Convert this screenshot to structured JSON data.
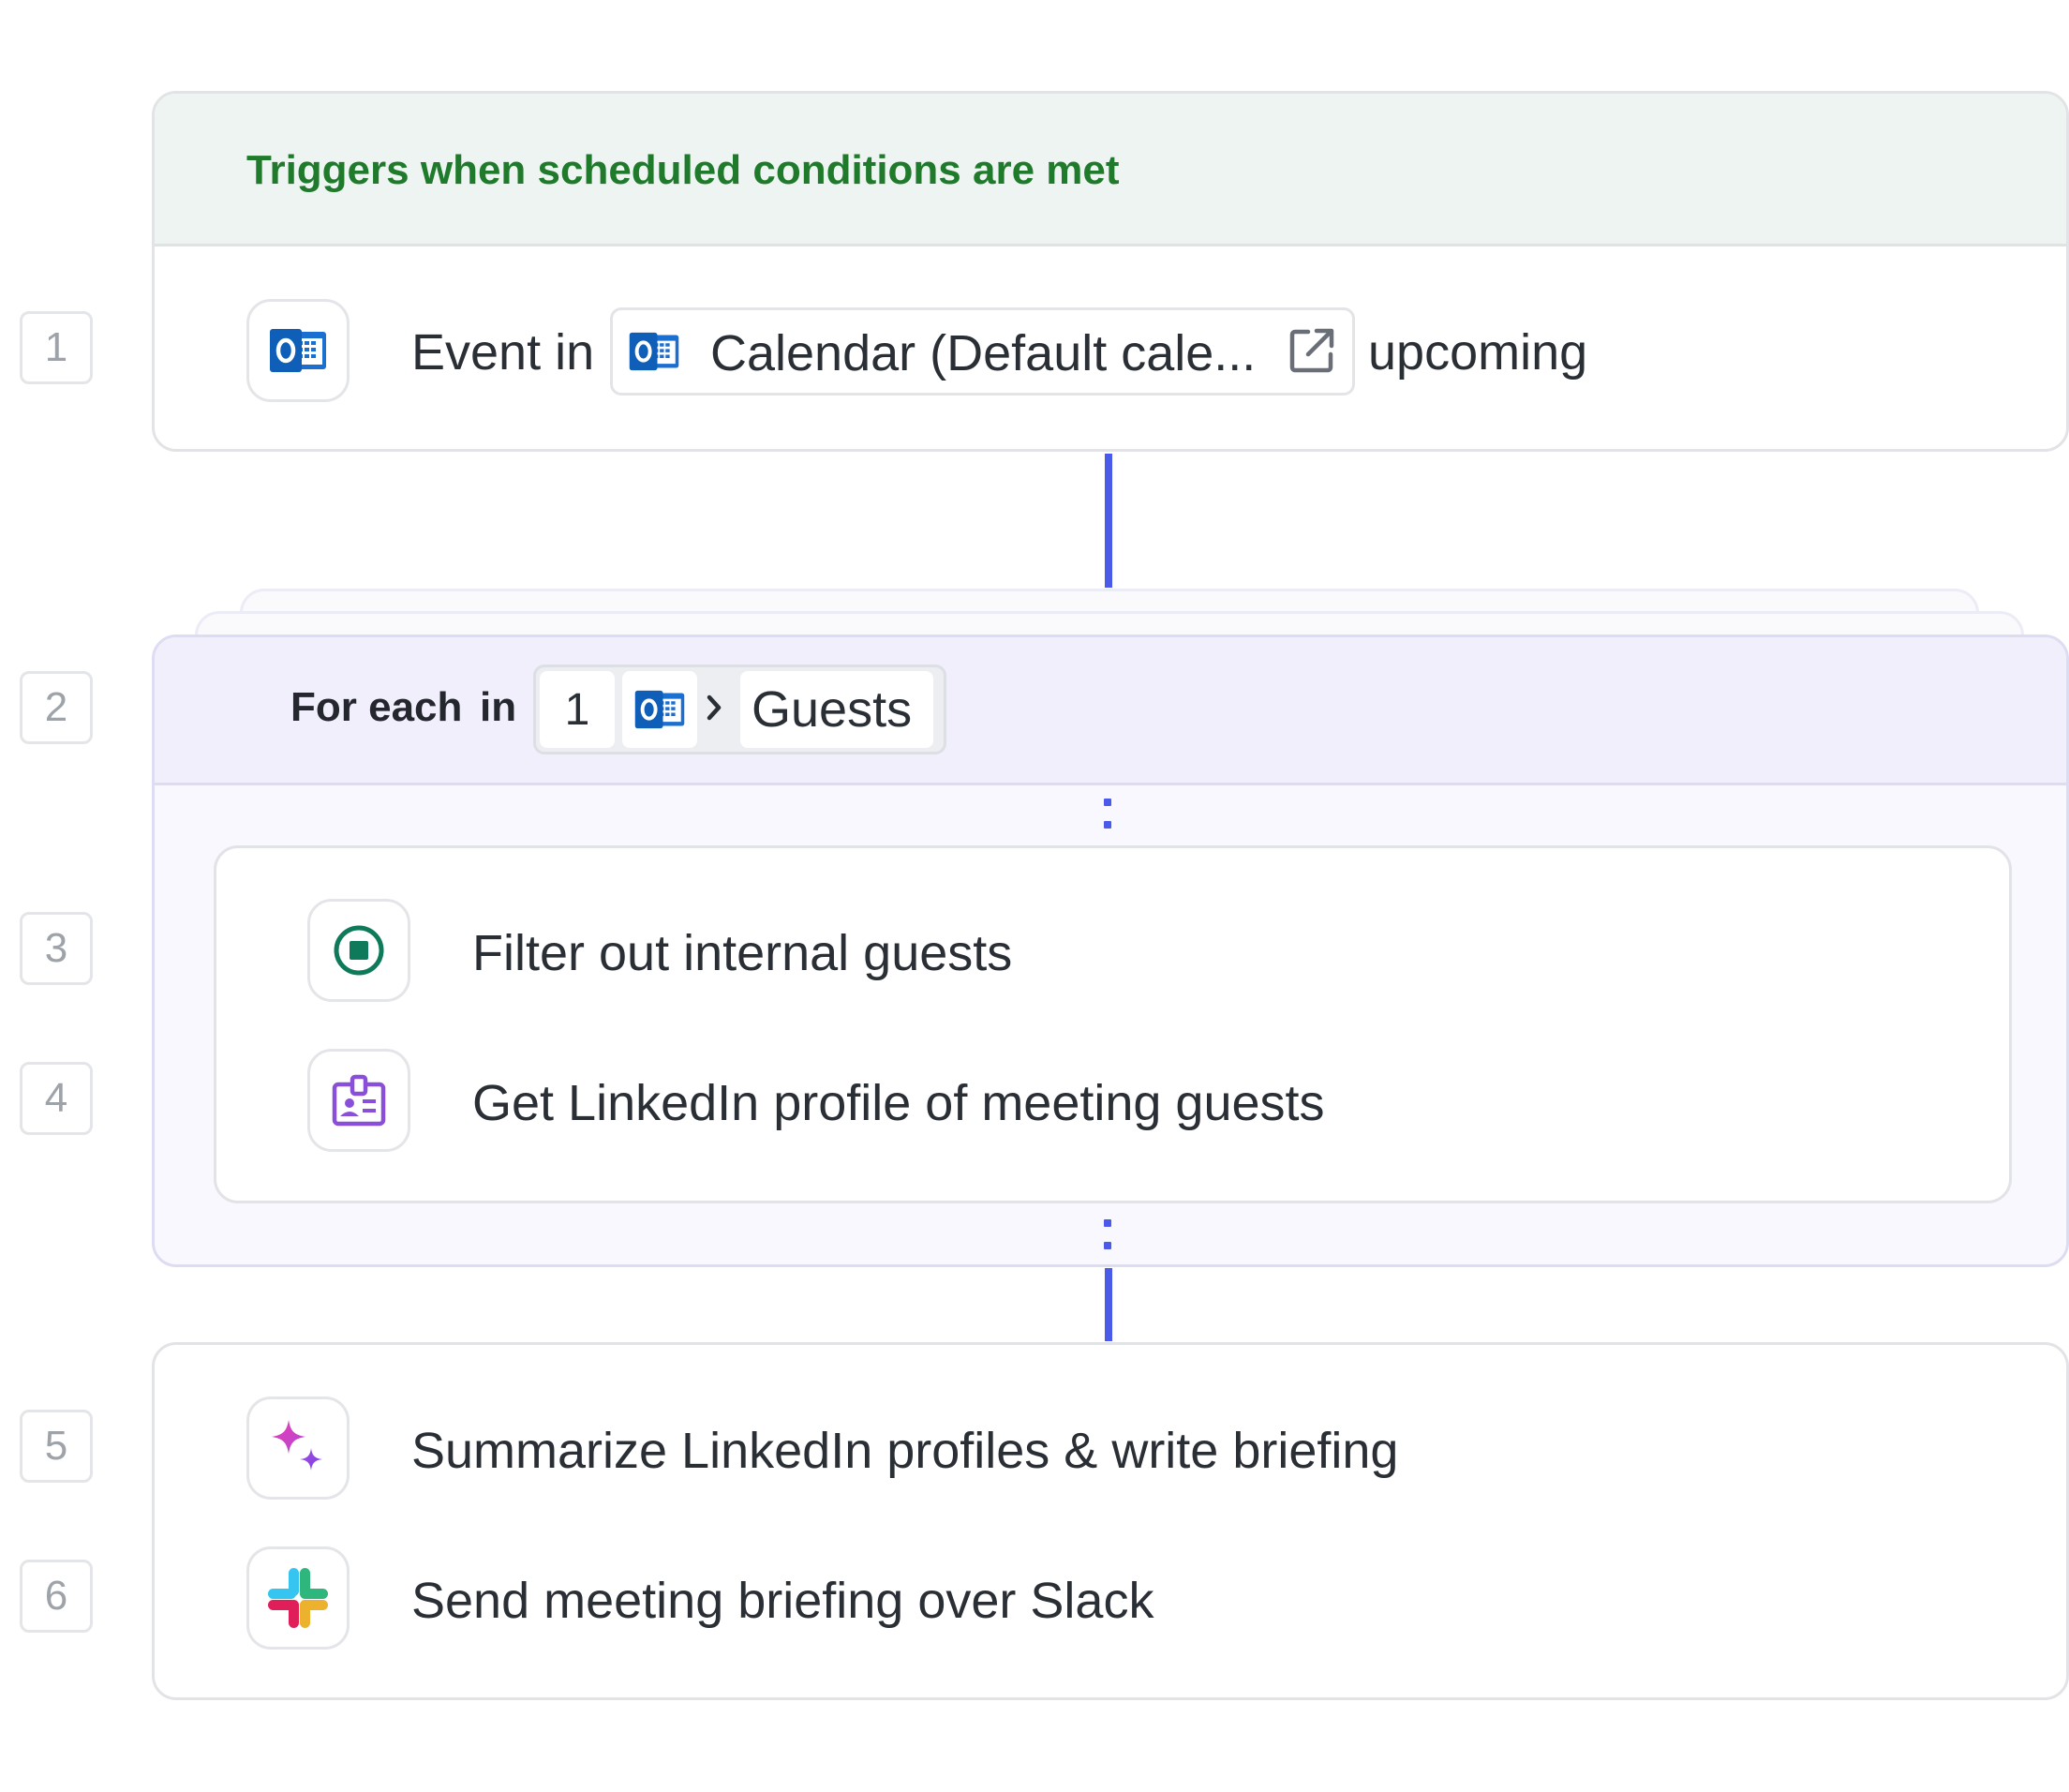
{
  "trigger": {
    "title": "Triggers when scheduled conditions are met",
    "step_number": "1",
    "prefix": "Event in",
    "calendar_chip": "Calendar (Default cale...",
    "suffix": "upcoming",
    "icon": "outlook-icon",
    "open_icon": "external-link-icon"
  },
  "loop": {
    "step_number": "2",
    "label_for_each": "For each",
    "label_in": "in",
    "ref_step": "1",
    "ref_icon": "outlook-icon",
    "ref_field": "Guests",
    "inner_steps": [
      {
        "number": "3",
        "label": "Filter out internal guests",
        "icon": "filter-stop-icon"
      },
      {
        "number": "4",
        "label": "Get LinkedIn profile of meeting guests",
        "icon": "id-badge-icon"
      }
    ]
  },
  "final_steps": [
    {
      "number": "5",
      "label": "Summarize LinkedIn profiles & write briefing",
      "icon": "ai-sparkle-icon"
    },
    {
      "number": "6",
      "label": "Send meeting briefing over Slack",
      "icon": "slack-icon"
    }
  ],
  "colors": {
    "connector": "#4a5bea",
    "trigger_title": "#1f7a2b",
    "trigger_header_bg": "#eef4f1",
    "loop_header_bg": "#f0effb",
    "filter_icon": "#0e7a5a",
    "badge_icon": "#8a4fd8"
  }
}
